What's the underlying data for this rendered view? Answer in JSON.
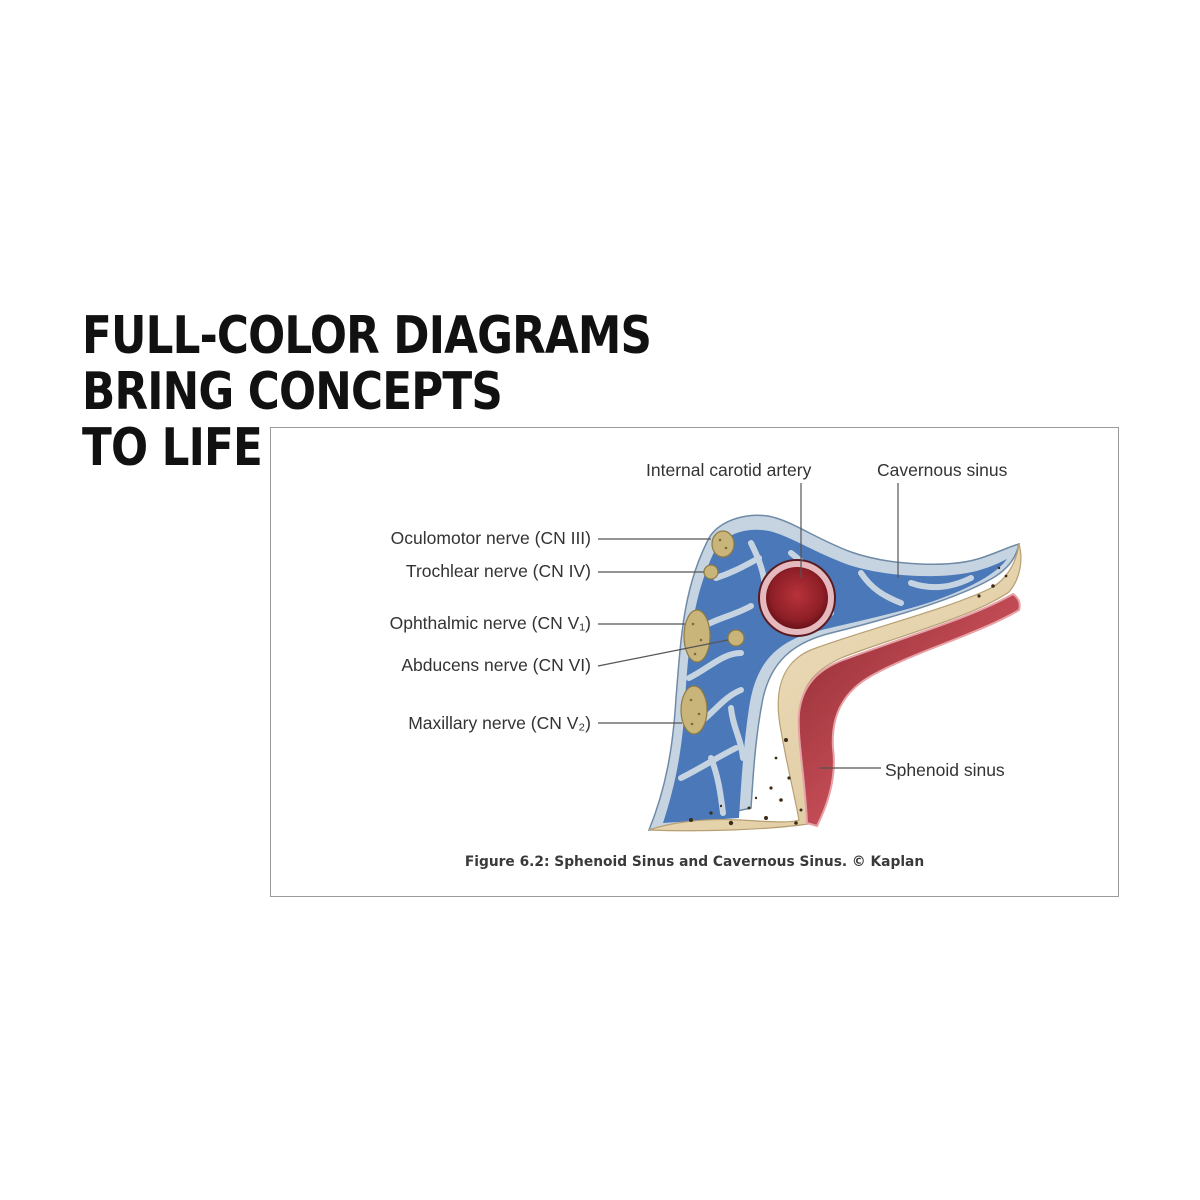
{
  "headline": {
    "lines": [
      "FULL-COLOR DIAGRAMS",
      "BRING CONCEPTS",
      "TO LIFE"
    ]
  },
  "figure": {
    "labels": {
      "internal_carotid_artery": "Internal carotid artery",
      "cavernous_sinus": "Cavernous sinus",
      "oculomotor_nerve": "Oculomotor nerve (CN III)",
      "trochlear_nerve": "Trochlear nerve (CN IV)",
      "ophthalmic_nerve": "Ophthalmic nerve (CN V₁)",
      "abducens_nerve": "Abducens nerve (CN VI)",
      "maxillary_nerve": "Maxillary nerve (CN V₂)",
      "sphenoid_sinus": "Sphenoid sinus"
    },
    "caption": "Figure 6.2: Sphenoid Sinus and Cavernous Sinus. © Kaplan",
    "colors": {
      "sinus_blue": "#4a78b8",
      "connective_tissue": "#c9d6e3",
      "bone": "#e8d6b3",
      "mucosa_red": "#c8525a",
      "nerve_gold": "#c9b47a"
    }
  }
}
